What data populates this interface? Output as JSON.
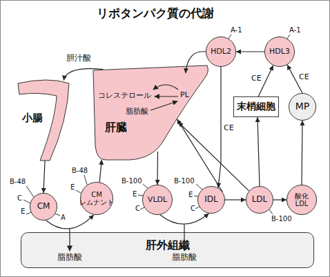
{
  "diagram": {
    "title": "リポタンパク質の代謝",
    "nodes": [
      {
        "text": [
          "HDL2"
        ]
      },
      {
        "text": [
          "HDL3"
        ]
      },
      {
        "text": [
          "小腸"
        ]
      },
      {
        "text": [
          "肝臓"
        ]
      },
      {
        "text": [
          "末梢細胞"
        ]
      },
      {
        "text": [
          "MP"
        ]
      },
      {
        "text": [
          "CM"
        ]
      },
      {
        "text": [
          "CM レムナント"
        ]
      },
      {
        "text": [
          "VLDL"
        ]
      },
      {
        "text": [
          "IDL"
        ]
      },
      {
        "text": [
          "LDL"
        ]
      },
      {
        "text": [
          "酸化 LDL"
        ]
      },
      {
        "text": [
          "肝外組織"
        ]
      }
    ],
    "edges": [
      {
        "from": 3,
        "to": 2,
        "label": "胆汁酸",
        "arrow": "to"
      },
      {
        "from": 2,
        "to": 6,
        "arrow": "to"
      },
      {
        "from": 6,
        "to": 7,
        "arrow": "to"
      },
      {
        "from": 7,
        "to": 3,
        "arrow": "to"
      },
      {
        "from": 3,
        "to": 8,
        "arrow": "to"
      },
      {
        "from": 8,
        "to": 9,
        "arrow": "to"
      },
      {
        "from": 9,
        "to": 10,
        "arrow": "to"
      },
      {
        "from": 10,
        "to": 11,
        "arrow": "to"
      },
      {
        "from": 11,
        "to": 5,
        "arrow": "to"
      },
      {
        "from": 5,
        "to": 1,
        "label": "CE",
        "arrow": "to"
      },
      {
        "from": 10,
        "to": 4,
        "arrow": "to"
      },
      {
        "from": 4,
        "to": 1,
        "label": "CE",
        "arrow": "to"
      },
      {
        "from": 1,
        "to": 0,
        "arrow": "to"
      },
      {
        "from": 0,
        "to": 3,
        "arrow": "to"
      },
      {
        "from": 0,
        "to": 9,
        "label": "CE",
        "arrow": "to"
      },
      {
        "from": 9,
        "to": 3,
        "arrow": "to"
      },
      {
        "from": 10,
        "to": 3,
        "arrow": "to"
      }
    ],
    "labels": [
      "コレステロール",
      "PL",
      "脂肪酸",
      "A-1",
      "A-1",
      "B-48",
      "C",
      "E",
      "A",
      "B-48",
      "E",
      "B-100",
      "E",
      "C",
      "B-100",
      "E",
      "C",
      "B-100",
      "脂肪酸",
      "脂肪酸"
    ]
  }
}
